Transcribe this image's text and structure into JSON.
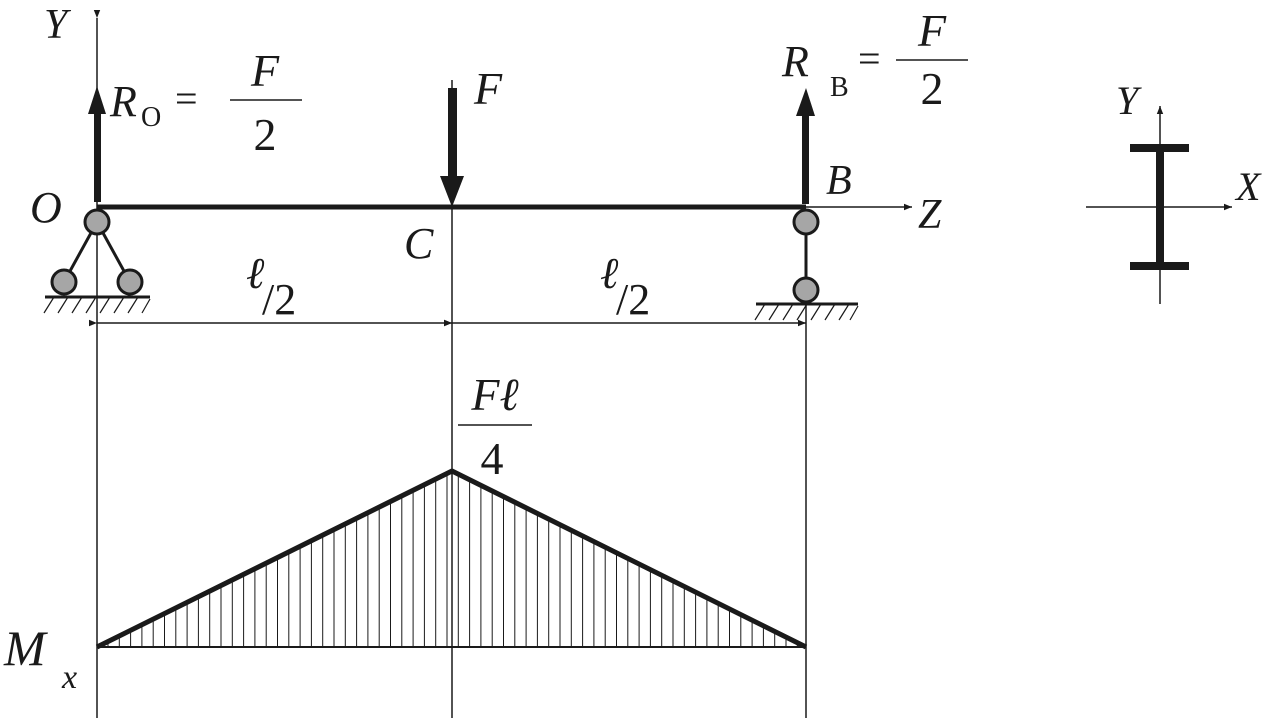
{
  "axes": {
    "y": "Y",
    "z": "Z"
  },
  "points": {
    "o": "O",
    "b": "B",
    "c": "C"
  },
  "loads": {
    "f": "F",
    "ro_symbol": "R",
    "ro_sub": "O",
    "rb_symbol": "R",
    "rb_sub": "B",
    "eq": "=",
    "frac_num": "F",
    "frac_den": "2"
  },
  "dimensions": {
    "ell": "ℓ",
    "slash_two": "/2"
  },
  "moment": {
    "max_num": "Fℓ",
    "max_den": "4",
    "symbol": "M",
    "sub": "x"
  },
  "section": {
    "y": "Y",
    "x": "X"
  },
  "colors": {
    "line": "#1a1a1a",
    "roller": "#a6a6a6",
    "background": "#ffffff"
  }
}
